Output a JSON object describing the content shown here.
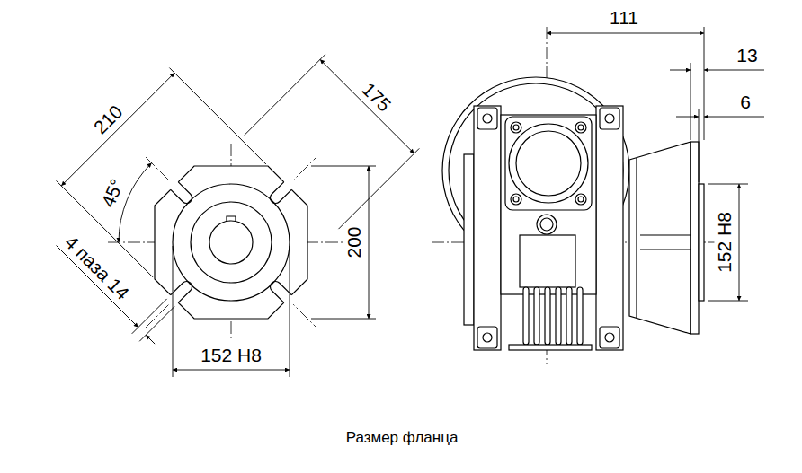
{
  "diagram": {
    "caption": "Размер фланца",
    "labels": [
      "210",
      "175",
      "111",
      "13",
      "6",
      "45°",
      "200",
      "152 H8",
      "4 паза 14",
      "152 H8"
    ]
  }
}
